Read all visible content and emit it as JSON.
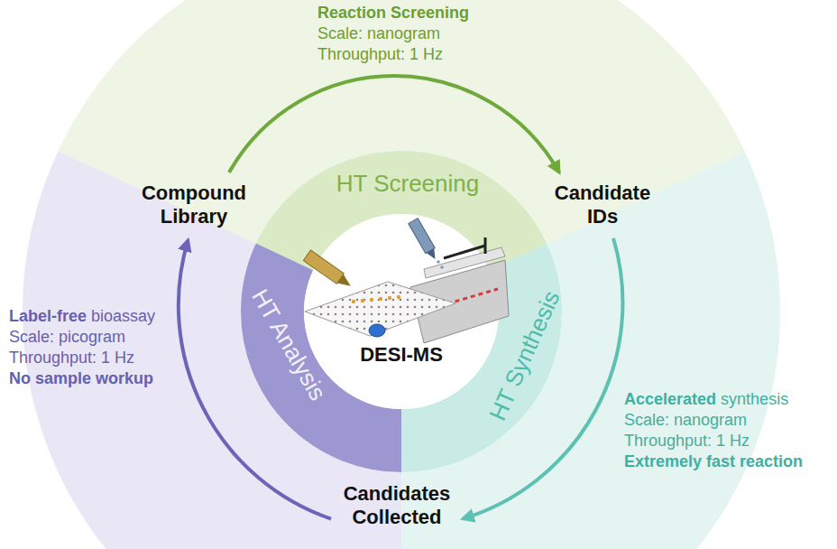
{
  "diagram": {
    "nodes": [
      {
        "text": [
          "Compound Library"
        ]
      },
      {
        "text": [
          "Candidate IDs"
        ]
      },
      {
        "text": [
          "Candidates Collected"
        ]
      }
    ],
    "edges": [
      {
        "from": 0,
        "to": 1,
        "arrow": "to"
      },
      {
        "from": 1,
        "to": 2,
        "arrow": "to"
      },
      {
        "from": 2,
        "to": 0,
        "arrow": "to"
      }
    ],
    "labels": [
      "Reaction Screening",
      "Scale: nanogram",
      "Throughput: 1 Hz",
      "HT Screening",
      "Accelerated",
      "synthesis",
      "Scale: nanogram",
      "Throughput: 1 Hz",
      "Extremely fast reaction",
      "HT Synthesis",
      "Label-free",
      "bioassay",
      "Scale: picogram",
      "Throughput: 1 Hz",
      "No sample workup",
      "HT Analysis",
      "DESI-MS"
    ]
  }
}
